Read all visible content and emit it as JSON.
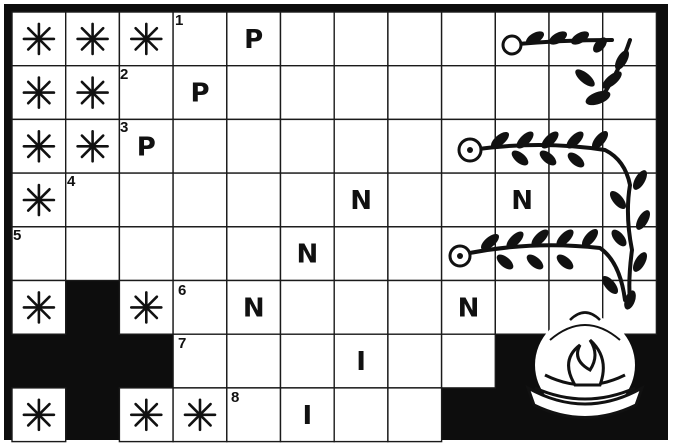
{
  "puzzle": {
    "clue_numbers": [
      "1",
      "2",
      "3",
      "4",
      "5",
      "6",
      "7",
      "8"
    ],
    "letters": [
      {
        "r": 0,
        "c": 4,
        "ch": "P"
      },
      {
        "r": 1,
        "c": 3,
        "ch": "P"
      },
      {
        "r": 2,
        "c": 2,
        "ch": "P"
      },
      {
        "r": 3,
        "c": 6,
        "ch": "N"
      },
      {
        "r": 3,
        "c": 9,
        "ch": "N"
      },
      {
        "r": 4,
        "c": 5,
        "ch": "N"
      },
      {
        "r": 5,
        "c": 4,
        "ch": "N"
      },
      {
        "r": 5,
        "c": 8,
        "ch": "N"
      },
      {
        "r": 6,
        "c": 6,
        "ch": "I"
      },
      {
        "r": 7,
        "c": 5,
        "ch": "I"
      }
    ]
  },
  "icons": [
    "snowflake-icon",
    "flower-vine-icon",
    "candle-icon"
  ]
}
